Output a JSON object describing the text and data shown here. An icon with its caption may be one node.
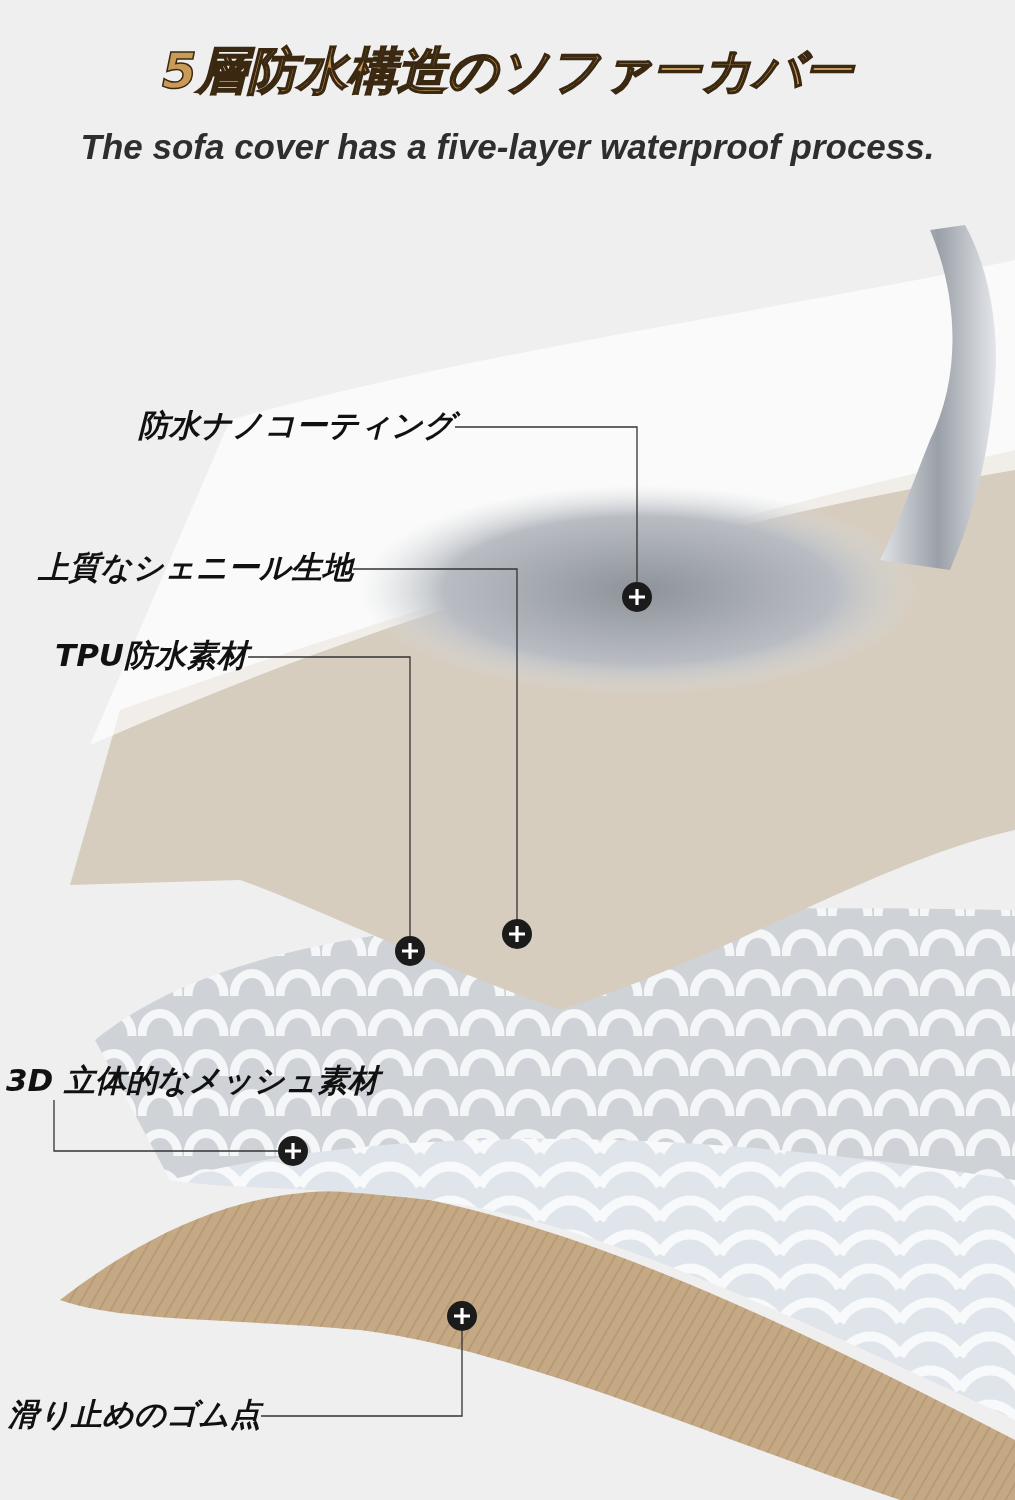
{
  "diagram": {
    "title": "5層防水構造のソファーカバー",
    "nodes": [
      {
        "text": [
          "防水ナノコーティング"
        ]
      },
      {
        "text": [
          "上質なシェニール生地"
        ]
      },
      {
        "text": [
          "TPU防水素材"
        ]
      },
      {
        "text": [
          "3D 立体的なメッシュ素材"
        ]
      },
      {
        "text": [
          "滑り止めのゴム点"
        ]
      },
      {
        "text": [],
        "shape": "circle"
      },
      {
        "text": [],
        "shape": "circle"
      },
      {
        "text": [],
        "shape": "circle"
      },
      {
        "text": [],
        "shape": "circle"
      },
      {
        "text": [],
        "shape": "circle"
      }
    ],
    "edges": [
      {
        "from": 0,
        "to": 5,
        "arrow": "none"
      },
      {
        "from": 1,
        "to": 6,
        "arrow": "none"
      },
      {
        "from": 2,
        "to": 7,
        "arrow": "none"
      },
      {
        "from": 3,
        "to": 8,
        "arrow": "none"
      },
      {
        "from": 4,
        "to": 9,
        "arrow": "none"
      }
    ],
    "labels": [
      "The sofa cover has a five-layer waterproof process."
    ]
  }
}
